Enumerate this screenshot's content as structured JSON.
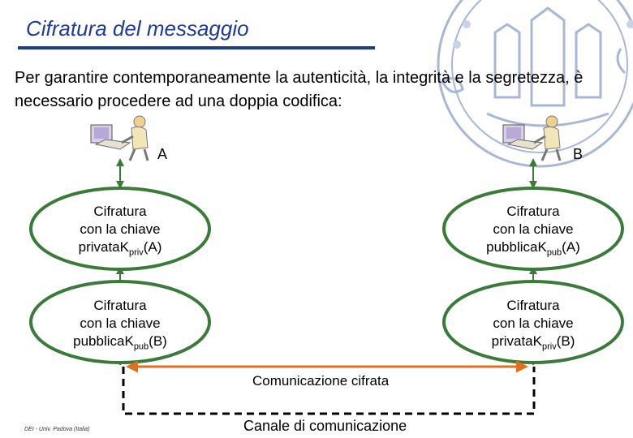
{
  "slide": {
    "title": "Cifratura del messaggio",
    "intro": "Per garantire contemporaneamente la autenticità, la integrità e la segretezza, è necessario procedere ad una doppia codifica:",
    "footer": "DEI - Univ. Padova (Italia)"
  },
  "users": {
    "a": "A",
    "b": "B"
  },
  "nodes": {
    "a_top": {
      "line1": "Cifratura",
      "line2": "con la chiave",
      "line3_pre": "privata",
      "line3_k": "K",
      "line3_sub": "priv",
      "line3_post": "(A)"
    },
    "b_top": {
      "line1": "Cifratura",
      "line2": "con la chiave",
      "line3_pre": "pubblica",
      "line3_k": "K",
      "line3_sub": "pub",
      "line3_post": "(A)"
    },
    "a_bottom": {
      "line1": "Cifratura",
      "line2": "con la chiave",
      "line3_pre": "pubblica",
      "line3_k": "K",
      "line3_sub": "pub",
      "line3_post": "(B)"
    },
    "b_bottom": {
      "line1": "Cifratura",
      "line2": "con la chiave",
      "line3_pre": "privata",
      "line3_k": "K",
      "line3_sub": "priv",
      "line3_post": "(B)"
    }
  },
  "links": {
    "encrypted": "Comunicazione cifrata",
    "channel": "Canale di comunicazione"
  },
  "colors": {
    "title": "#1f3a93",
    "ellipse_stroke": "#3c7a3c",
    "vertical_arrow": "#3c7a3c",
    "encrypted_arrow": "#e07020",
    "seal": "#a9b6d6"
  },
  "icons": {
    "user": "person-at-computer-icon",
    "seal": "university-seal-watermark"
  }
}
